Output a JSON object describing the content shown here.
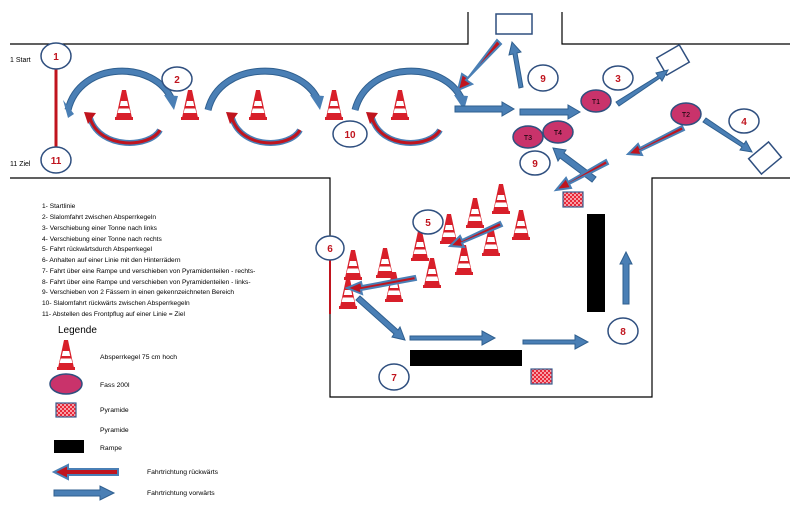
{
  "labels": {
    "start": "1 Start",
    "finish": "11 Ziel"
  },
  "stations": [
    {
      "id": "s1",
      "text": "1"
    },
    {
      "id": "s2",
      "text": "2"
    },
    {
      "id": "s3",
      "text": "3"
    },
    {
      "id": "s4",
      "text": "4"
    },
    {
      "id": "s5",
      "text": "5"
    },
    {
      "id": "s6",
      "text": "6"
    },
    {
      "id": "s7",
      "text": "7"
    },
    {
      "id": "s8",
      "text": "8"
    },
    {
      "id": "s9a",
      "text": "9"
    },
    {
      "id": "s9b",
      "text": "9"
    },
    {
      "id": "s10",
      "text": "10"
    },
    {
      "id": "s11",
      "text": "11"
    }
  ],
  "barrels": [
    {
      "id": "t1",
      "text": "T1"
    },
    {
      "id": "t2",
      "text": "T2"
    },
    {
      "id": "t3",
      "text": "T3"
    },
    {
      "id": "t4",
      "text": "T4"
    }
  ],
  "task_list": [
    "1-  Startlinie",
    "2-  Slalomfahrt zwischen Absperrkegeln",
    "3-  Verschiebung einer Tonne nach links",
    "4-  Verschiebung einer Tonne nach rechts",
    "5-  Fahrt rückwärtsdurch Absperrkegel",
    "6-  Anhalten auf einer Linie mit den Hinterrädern",
    "7-  Fahrt über eine Rampe und verschieben von Pyramidenteilen  - rechts-",
    "8-  Fahrt über eine Rampe und verschieben von Pyramidenteilen  - links-",
    "9-  Verschieben von 2 Fässern in einen gekennzeichneten Bereich",
    "10- Slalomfahrt rückwärts zwischen Absperrkegeln",
    "11-  Abstellen des Frontpflug auf einer Linie = Ziel"
  ],
  "legend": {
    "title": "Legende",
    "items": [
      {
        "symbol": "cone",
        "label": "Absperrkegel 75 cm hoch"
      },
      {
        "symbol": "barrel",
        "label": "Fass 200l"
      },
      {
        "symbol": "pyramid",
        "label": "Pyramide"
      },
      {
        "symbol": "none",
        "label": "Pyramide"
      },
      {
        "symbol": "ramp",
        "label": "Rampe"
      },
      {
        "symbol": "arrow-back",
        "label": "Fahrtrichtung rückwärts"
      },
      {
        "symbol": "arrow-forward",
        "label": "Fahrtrichtung vorwärts"
      }
    ]
  },
  "colors": {
    "red": "#c0141e",
    "blue": "#4a7fb5",
    "blue_dark": "#2f5f8f",
    "barrel": "#c9336b",
    "outline": "#2f4f7f"
  }
}
